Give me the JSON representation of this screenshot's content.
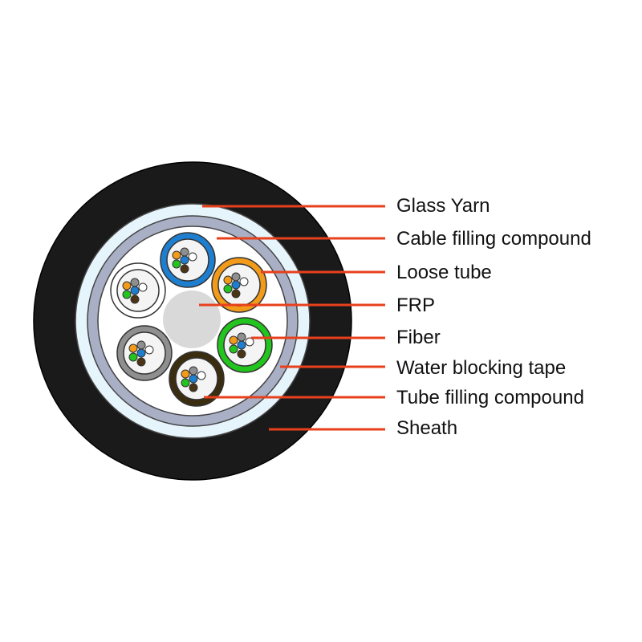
{
  "labels": {
    "glass_yarn": "Glass Yarn",
    "cable_filling_compound": "Cable filling compound",
    "loose_tube": "Loose tube",
    "frp": "FRP",
    "fiber": "Fiber",
    "water_blocking_tape": "Water blocking tape",
    "tube_filling_compound": "Tube filling compound",
    "sheath": "Sheath"
  },
  "colors": {
    "sheath": "#1a1a1a",
    "glass_yarn": "#e6f4fb",
    "water_blocking_tape": "#a9b0c6",
    "cable_filling": "#ffffff",
    "frp": "#d9d9d9",
    "leader_line": "#e8401c",
    "tube_filling": "#f4f4f4"
  },
  "loose_tubes": [
    {
      "name": "blue",
      "color": "#1e7fd0"
    },
    {
      "name": "orange",
      "color": "#f29a1a"
    },
    {
      "name": "green",
      "color": "#22c41e"
    },
    {
      "name": "brown",
      "color": "#3a2d10"
    },
    {
      "name": "gray",
      "color": "#8f8f8f"
    },
    {
      "name": "white",
      "color": "#ffffff"
    }
  ],
  "fiber_colors": [
    "#f29a1a",
    "#8f8f8f",
    "#22c41e",
    "#1e7fd0",
    "#ffffff",
    "#4a3415"
  ]
}
